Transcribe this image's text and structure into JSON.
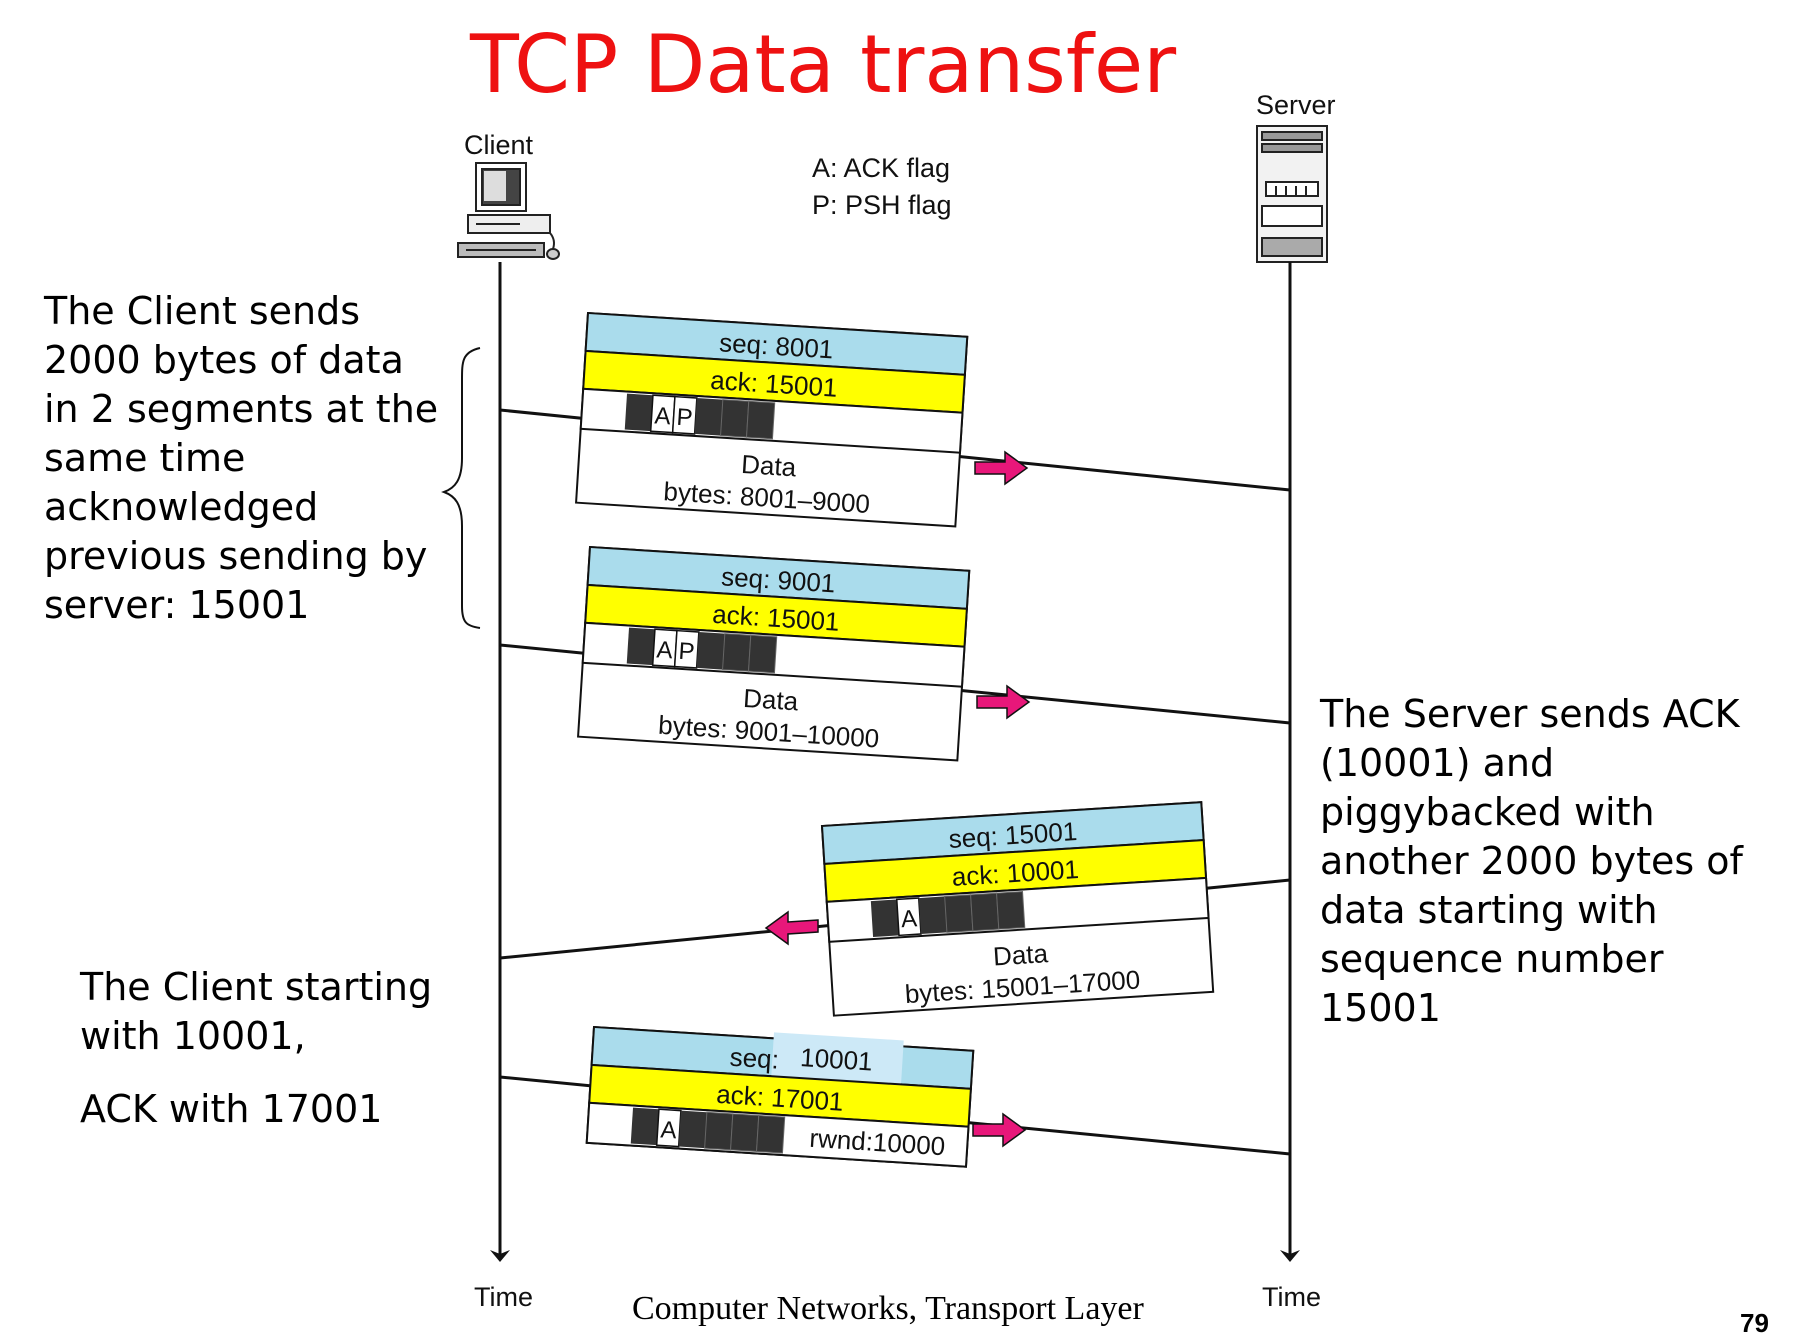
{
  "title": "TCP Data transfer",
  "client_label": "Client",
  "server_label": "Server",
  "legend": {
    "ack_flag": "A: ACK flag",
    "psh_flag": "P: PSH flag"
  },
  "time_label_left": "Time",
  "time_label_right": "Time",
  "notes": {
    "client_sends": [
      "The Client sends",
      "2000 bytes of data",
      "in 2 segments at the",
      "same time",
      "acknowledged",
      "previous sending by",
      "server: 15001"
    ],
    "server_sends": [
      "The Server sends ACK",
      "(10001) and",
      "piggybacked with",
      "another 2000 bytes of",
      "data starting with",
      "sequence number",
      "15001"
    ],
    "client_starting": [
      "The Client starting",
      "with 10001,"
    ],
    "client_ack": "ACK with 17001"
  },
  "segments": [
    {
      "seq": "seq: 8001",
      "ack": "ack: 15001",
      "flags": [
        "A",
        "P"
      ],
      "data_title": "Data",
      "data_bytes": "bytes: 8001–9000",
      "direction": "to-server"
    },
    {
      "seq": "seq: 9001",
      "ack": "ack: 15001",
      "flags": [
        "A",
        "P"
      ],
      "data_title": "Data",
      "data_bytes": "bytes: 9001–10000",
      "direction": "to-server"
    },
    {
      "seq": "seq: 15001",
      "ack": "ack: 10001",
      "flags": [
        "A"
      ],
      "data_title": "Data",
      "data_bytes": "bytes: 15001–17000",
      "direction": "to-client"
    },
    {
      "seq_prefix": "seq:",
      "seq_value": "10001",
      "ack": "ack: 17001",
      "flags": [
        "A"
      ],
      "rwnd": "rwnd:10000",
      "direction": "to-server"
    }
  ],
  "colors": {
    "seq_band": "#aadcec",
    "ack_band": "#ffff00",
    "arrow": "#e8177a",
    "title": "#ee1111",
    "highlight": "#cde9f7"
  },
  "footer": {
    "caption": "Computer Networks, Transport Layer",
    "page_number": "79"
  }
}
